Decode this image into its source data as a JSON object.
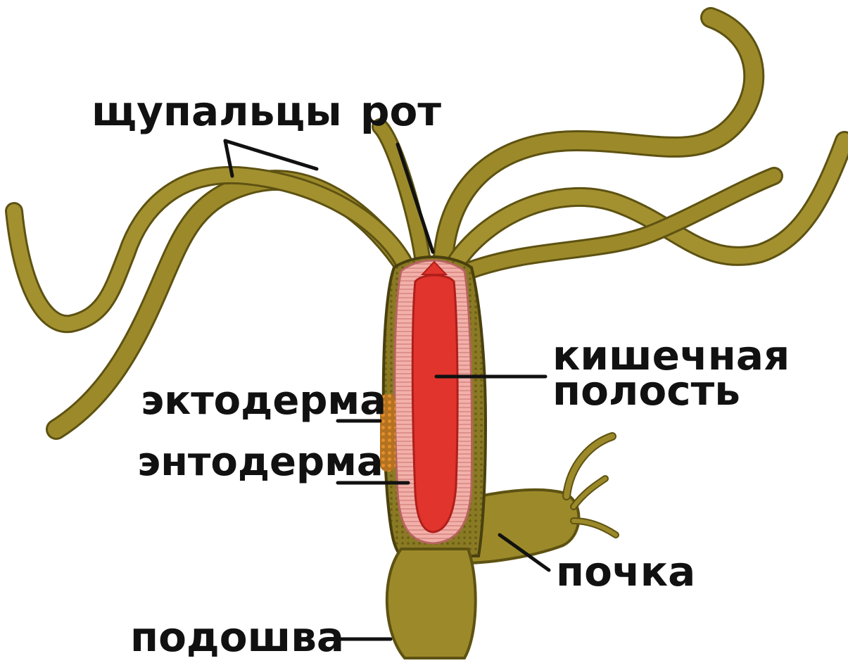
{
  "labels": {
    "tentacles": "щупальцы",
    "mouth": "рот",
    "gastric_cavity_line1": "кишечная",
    "gastric_cavity_line2": "полость",
    "ectoderm": "эктодерма",
    "endoderm": "энтодерма",
    "bud": "почка",
    "foot": "подошва"
  },
  "colors": {
    "body": "#9c8a2a",
    "body_edge": "#5e5212",
    "body_light": "#b5a441",
    "cavity": "#e0342c",
    "cavity_edge": "#b01e1a",
    "endoderm_layer": "#f0a7a1",
    "ectoderm_cells": "#d9862a",
    "label_text": "#111111",
    "background": "#ffffff"
  }
}
